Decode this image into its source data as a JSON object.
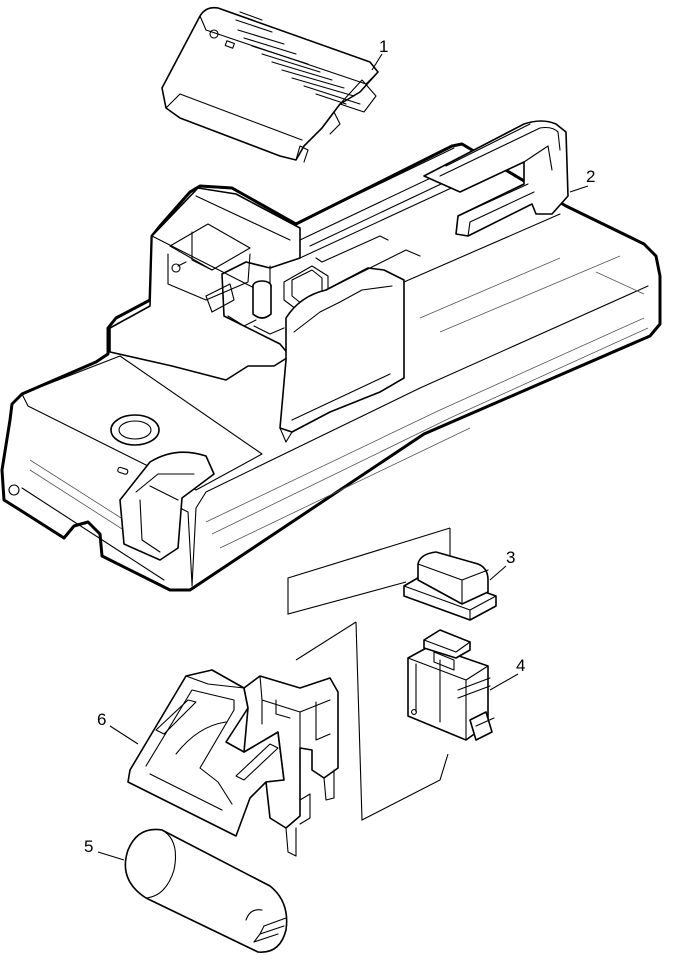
{
  "diagram": {
    "type": "exploded-parts-view",
    "parts": [
      {
        "id": "1",
        "label": "1",
        "icon": "vented-top-cover"
      },
      {
        "id": "2",
        "label": "2",
        "icon": "main-housing-with-handle"
      },
      {
        "id": "3",
        "label": "3",
        "icon": "rocker-switch"
      },
      {
        "id": "4",
        "label": "4",
        "icon": "switch-contact-block"
      },
      {
        "id": "5",
        "label": "5",
        "icon": "capacitor"
      },
      {
        "id": "6",
        "label": "6",
        "icon": "switch-holder-bracket"
      }
    ]
  }
}
